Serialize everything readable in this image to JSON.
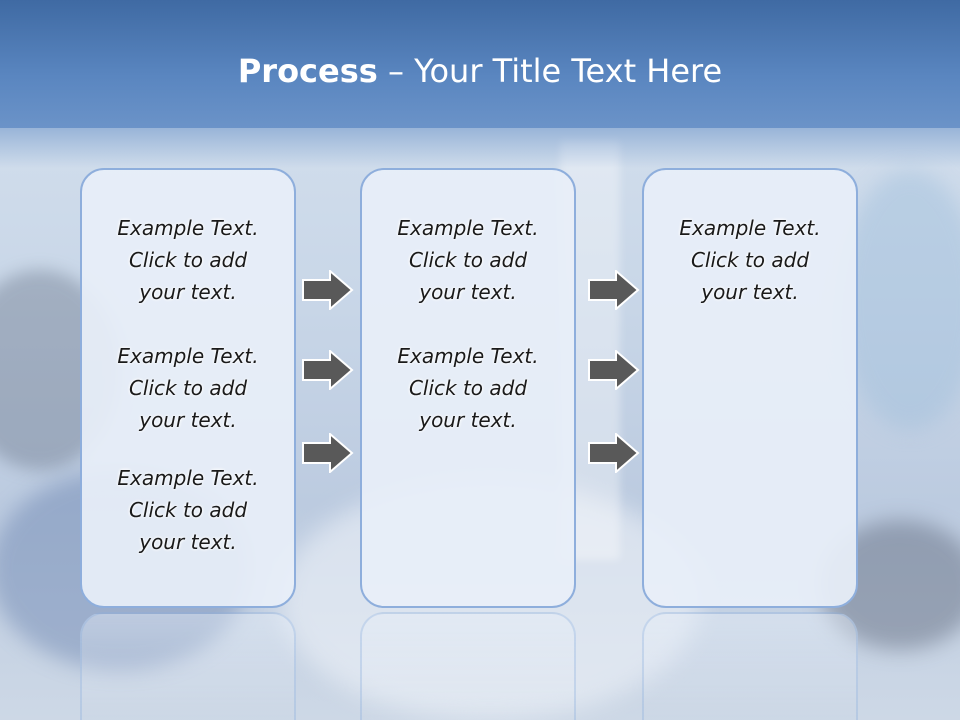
{
  "title": {
    "bold": "Process",
    "rest": " – Your Title Text Here"
  },
  "columns": [
    {
      "items": [
        [
          "Example Text.",
          "Click  to add",
          "your text."
        ],
        [
          "Example Text.",
          "Click  to add",
          "your text."
        ],
        [
          "Example Text.",
          "Click  to add",
          "your text."
        ]
      ]
    },
    {
      "items": [
        [
          "Example Text.",
          "Click  to add",
          "your text."
        ],
        [
          "Example Text.",
          "Click  to add",
          "your text."
        ]
      ]
    },
    {
      "items": [
        [
          "Example Text.",
          "Click  to add",
          "your text."
        ]
      ]
    }
  ],
  "colors": {
    "header": "#4f7bb5",
    "panel_border": "#8eaedc",
    "arrow_fill": "#595959"
  },
  "icons": {
    "arrow": "right-arrow-icon"
  }
}
